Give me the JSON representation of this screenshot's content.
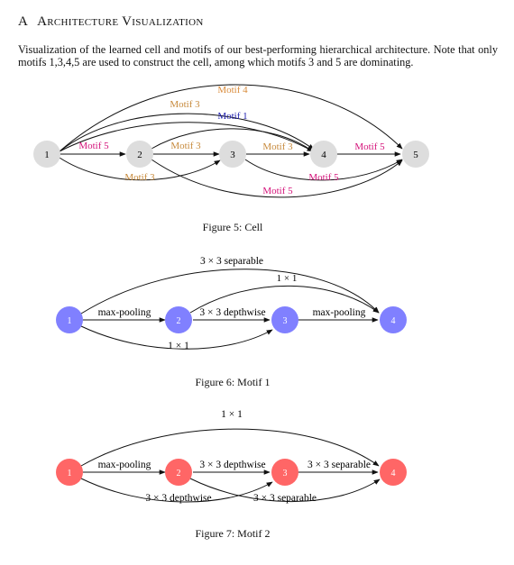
{
  "section": {
    "number": "A",
    "title": "Architecture Visualization"
  },
  "intro": "Visualization of the learned cell and motifs of our best-performing hierarchical architecture. Note that only motifs 1,3,4,5 are used to construct the cell, among which motifs 3 and 5 are dominating.",
  "colors": {
    "node_gray": "#dddddd",
    "node_blue": "#8080ff",
    "node_red": "#ff6666",
    "motif3": "#c78a3c",
    "motif4": "#d98b3a",
    "motif1": "#1f1fb0",
    "motif5": "#d4137a"
  },
  "figures": [
    {
      "caption": "Figure 5: Cell",
      "nodes": [
        "1",
        "2",
        "3",
        "4",
        "5"
      ],
      "edge_labels": [
        "Motif 4",
        "Motif 3",
        "Motif 1",
        "Motif 5",
        "Motif 3",
        "Motif 3",
        "Motif 5",
        "Motif 3",
        "Motif 5",
        "Motif 5"
      ]
    },
    {
      "caption": "Figure 6: Motif 1",
      "nodes": [
        "1",
        "2",
        "3",
        "4"
      ],
      "edge_labels": [
        "3 × 3 separable",
        "1 × 1",
        "max-pooling",
        "3 × 3 depthwise",
        "max-pooling",
        "1 × 1"
      ]
    },
    {
      "caption": "Figure 7: Motif 2",
      "nodes": [
        "1",
        "2",
        "3",
        "4"
      ],
      "edge_labels": [
        "1 × 1",
        "max-pooling",
        "3 × 3 depthwise",
        "3 × 3 separable",
        "3 × 3 depthwise",
        "3 × 3 separable"
      ]
    }
  ]
}
